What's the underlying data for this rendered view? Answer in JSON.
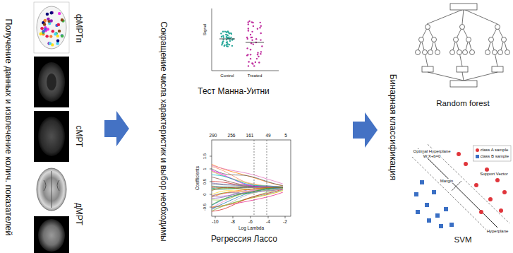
{
  "diagram": {
    "labels": [
      "Получение данных и извлечение колич. показателей",
      "фМРТп",
      "сМРТ",
      "дМРТ",
      "Сокращение числа характеристик и выбор необходимы",
      "Signal",
      "Control",
      "Treated",
      "Тест Манна-Уитни",
      "290",
      "256",
      "161",
      "49",
      "5",
      "1.5",
      "1",
      "0.5",
      "0",
      "-0.5",
      "-10",
      "-8",
      "-6",
      "-4",
      "-2",
      "Coefficients",
      "Log Lambda",
      "Регрессия Лассо",
      "Бинарная классификация",
      "Random forest",
      "Optimal Hyperplane",
      "W.X+b=0",
      "Margin",
      "Support Vector",
      "Hyperplane",
      "SVM"
    ],
    "legend": [
      {
        "text": "class A sample",
        "color": "#e0353b"
      },
      {
        "text": "class B sample",
        "color": "#3a6fc4"
      }
    ]
  }
}
